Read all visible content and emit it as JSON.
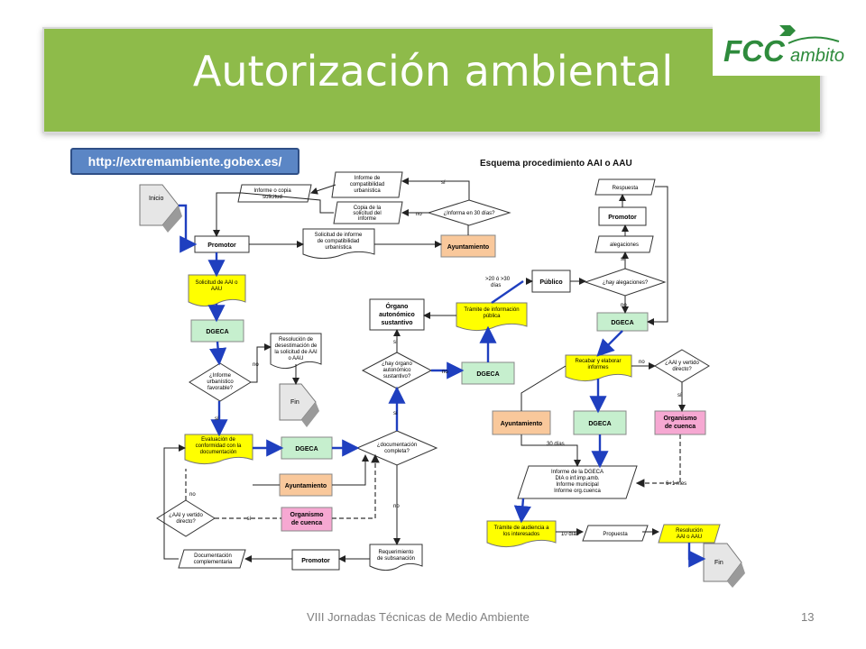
{
  "header": {
    "title": "Autorización ambiental"
  },
  "logo": {
    "brand": "FCC",
    "sub": "ambito",
    "color": "#2e8b3c"
  },
  "url": "http://extremambiente.gobex.es/",
  "diagram": {
    "title": "Esquema procedimiento AAI o AAU",
    "inicio": "Inicio",
    "informe_copia_solicitud": [
      "Informe o copia",
      "solicitud"
    ],
    "informe_compat": [
      "Informe de",
      "compatibilidad",
      "urbanística"
    ],
    "copia_solicitud_informe": [
      "Copia de la",
      "solicitud del",
      "informe"
    ],
    "informa_30": "¿Informa en 30 días?",
    "si": "sí",
    "no": "no",
    "promotor": "Promotor",
    "solicitud_informe_compat": [
      "Solicitud de informe",
      "de compatibilidad",
      "urbanística"
    ],
    "ayuntamiento": "Ayuntamiento",
    "solicitud_aai": [
      "Solicitud de AAI o",
      "AAU"
    ],
    "dgeca": "DGECA",
    "resolucion_desestimacion": [
      "Resolución de",
      "desestimación de",
      "la solicitud de AAI",
      "o AAU"
    ],
    "informe_urb_favorable": [
      "¿Informe",
      "urbanístico",
      "favorable?"
    ],
    "fin": "Fin",
    "organo_autonomico": [
      "Órgano",
      "autonómico",
      "sustantivo"
    ],
    "tramite_info_publica": [
      "Trámite de información",
      "pública"
    ],
    "dias_20_30": [
      ">20 ó >30",
      "días"
    ],
    "publico": "Público",
    "hay_organo": [
      "¿hay órgano",
      "autonómico",
      "sustantivo?"
    ],
    "evaluacion_conformidad": [
      "Evaluación de",
      "conformidad con la",
      "documentación"
    ],
    "doc_completa": [
      "¿documentación",
      "completa?"
    ],
    "aai_vertido": [
      "¿AAI y vertido",
      "directo?"
    ],
    "si_dash": "- sí -",
    "organismo_cuenca": [
      "Organismo",
      "de cuenca"
    ],
    "documentacion_complementaria": [
      "Documentación",
      "complementaria"
    ],
    "requerimiento_subsanacion": [
      "Requerimiento",
      "de subsanación"
    ],
    "respuesta": "Respuesta",
    "alegaciones": "alegaciones",
    "hay_alegaciones": "¿hay alegaciones?",
    "recabar_informes": [
      "Recabar y elaborar",
      "informes"
    ],
    "dias_30": "30 días",
    "informe_dgeca": [
      "Informe de la DGECA",
      "DIA o inf.imp.amb.",
      "Informe municipal",
      "Informe org.cuenca"
    ],
    "seis_mas_uno": "6+1 mes",
    "tramite_audiencia": [
      "Trámite de audiencia a",
      "los interesados"
    ],
    "dias_10": "10 días",
    "propuesta": "Propuesta",
    "resolucion_aai": [
      "Resolución",
      "AAI o AAU"
    ]
  },
  "footer": {
    "text": "VIII Jornadas Técnicas de Medio Ambiente",
    "page": "13"
  }
}
